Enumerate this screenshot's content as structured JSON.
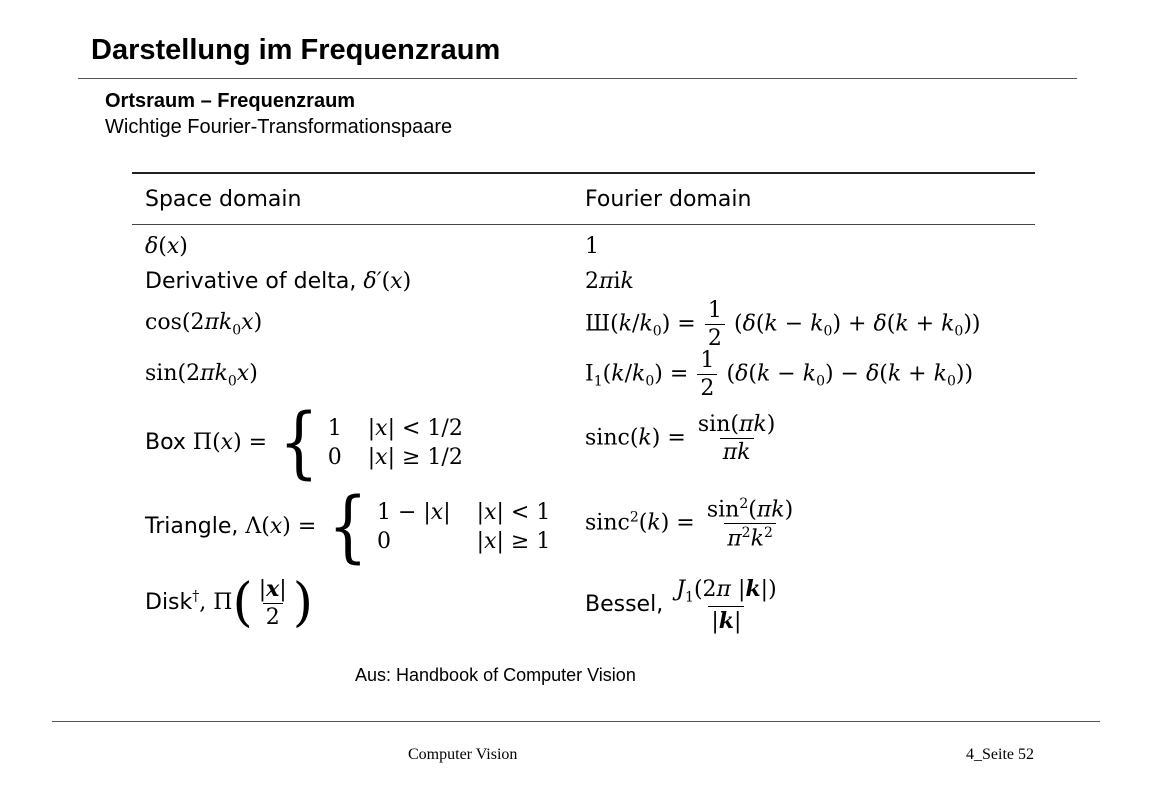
{
  "slide": {
    "title": "Darstellung im Frequenzraum",
    "subtitle_bold": "Ortsraum – Frequenzraum",
    "subtitle": "Wichtige Fourier-Transformationspaare"
  },
  "table": {
    "headers": [
      "Space domain",
      "Fourier domain"
    ],
    "rows": [
      {
        "space": "δ(x)",
        "fourier": "1"
      },
      {
        "space": "Derivative of delta, δ′(x)",
        "fourier": "2πik"
      },
      {
        "space": "cos(2πk₀x)",
        "fourier": "Ш(k/k₀) = 1/2 (δ(k − k₀) + δ(k + k₀))"
      },
      {
        "space": "sin(2πk₀x)",
        "fourier": "I₁(k/k₀) = 1/2 (δ(k − k₀) − δ(k + k₀))"
      },
      {
        "space": "Box Π(x) = { 1 |x| < 1/2 ; 0 |x| ≥ 1/2 }",
        "fourier": "sinc(k) = sin(πk) / πk"
      },
      {
        "space": "Triangle, Λ(x) = { 1 − |x| |x| < 1 ; 0 |x| ≥ 1 }",
        "fourier": "sinc²(k) = sin²(πk) / π²k²"
      },
      {
        "space": "Disk†, Π(|x|/2)",
        "fourier": "Bessel, J₁(2π |k|) / |k|"
      }
    ]
  },
  "source_note": "Aus: Handbook of Computer Vision",
  "footer": {
    "left": "Computer Vision",
    "right": "4_Seite 52"
  }
}
